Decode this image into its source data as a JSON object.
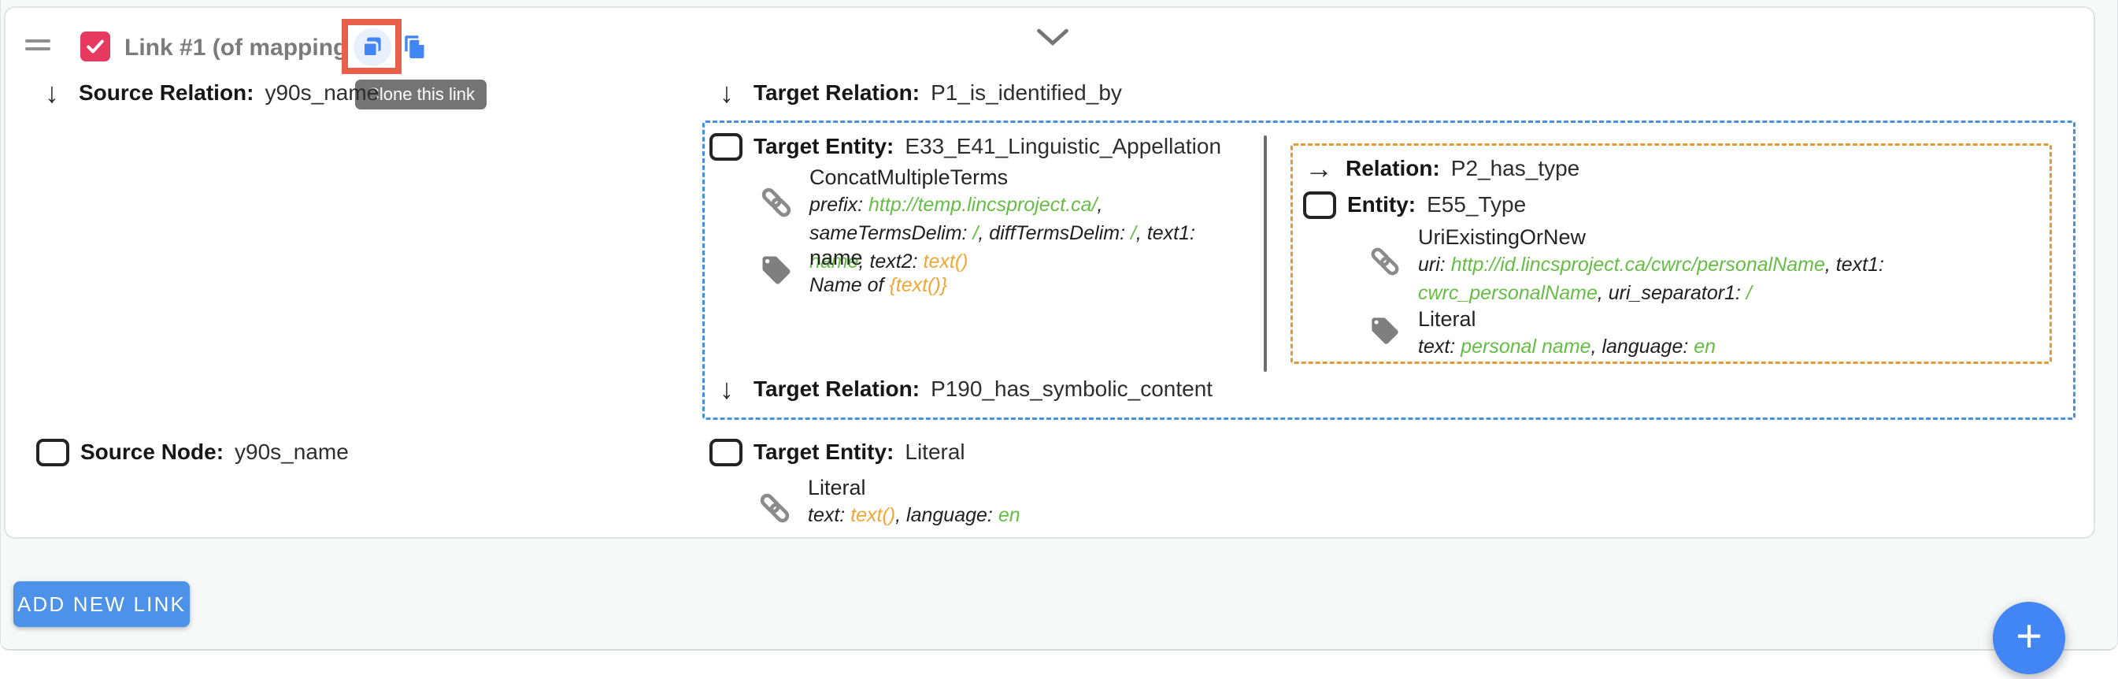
{
  "colors": {
    "iconBlue": "#4285f4",
    "dashedBlue": "#4a90e2",
    "dashedOrange": "#e09a36",
    "valueGreen": "#66bd45",
    "valueOrange": "#efa837",
    "checkboxPink": "#e6395f",
    "highlightRed": "#e8604c",
    "tooltipGray": "#757575",
    "buttonBlue": "#4b92e8",
    "fabBlue": "#4285f4"
  },
  "header": {
    "title": "Link #1 (of mapping #1)",
    "clone_tooltip": "Clone this link"
  },
  "source": {
    "relation": {
      "label": "Source Relation:",
      "value": "y90s_name"
    },
    "node": {
      "label": "Source Node:",
      "value": "y90s_name"
    }
  },
  "target": {
    "relation1": {
      "label": "Target Relation:",
      "value": "P1_is_identified_by"
    },
    "entity1": {
      "label": "Target Entity:",
      "value": "E33_E41_Linguistic_Appellation"
    },
    "concat_generator": {
      "title": "ConcatMultipleTerms",
      "details": [
        {
          "t": "prefix: ",
          "c": "k"
        },
        {
          "t": "http://temp.lincsproject.ca/",
          "c": "g"
        },
        {
          "t": ", sameTermsDelim: ",
          "c": "k"
        },
        {
          "t": "/",
          "c": "g"
        },
        {
          "t": ", diffTermsDelim: ",
          "c": "k"
        },
        {
          "t": "/",
          "c": "g"
        },
        {
          "t": ", text1: ",
          "c": "k"
        },
        {
          "t": "name",
          "c": "g"
        },
        {
          "t": ", text2: ",
          "c": "k"
        },
        {
          "t": "text()",
          "c": "o"
        }
      ]
    },
    "name_generator": {
      "title": "name",
      "details": [
        {
          "t": "Name of ",
          "c": "k"
        },
        {
          "t": "{text()}",
          "c": "o"
        }
      ]
    },
    "intermediate": {
      "relation": {
        "label": "Relation:",
        "value": "P2_has_type"
      },
      "entity": {
        "label": "Entity:",
        "value": "E55_Type"
      },
      "uri_generator": {
        "title": "UriExistingOrNew",
        "details": [
          {
            "t": "uri: ",
            "c": "k"
          },
          {
            "t": "http://id.lincsproject.ca/cwrc/personalName",
            "c": "g"
          },
          {
            "t": ", text1: ",
            "c": "k"
          },
          {
            "t": "cwrc_personalName",
            "c": "g"
          },
          {
            "t": ", uri_separator1: ",
            "c": "k"
          },
          {
            "t": "/",
            "c": "g"
          }
        ]
      },
      "label_generator": {
        "title": "Literal",
        "details": [
          {
            "t": "text: ",
            "c": "k"
          },
          {
            "t": "personal name",
            "c": "g"
          },
          {
            "t": ", language: ",
            "c": "k"
          },
          {
            "t": "en",
            "c": "g"
          }
        ]
      }
    },
    "relation2": {
      "label": "Target Relation:",
      "value": "P190_has_symbolic_content"
    },
    "entity2": {
      "label": "Target Entity:",
      "value": "Literal"
    },
    "literal_generator": {
      "title": "Literal",
      "details": [
        {
          "t": "text: ",
          "c": "k"
        },
        {
          "t": "text()",
          "c": "o"
        },
        {
          "t": ", language: ",
          "c": "k"
        },
        {
          "t": "en",
          "c": "g"
        }
      ]
    }
  },
  "footer": {
    "add_button_label": "ADD NEW LINK",
    "fab_label": "+"
  }
}
